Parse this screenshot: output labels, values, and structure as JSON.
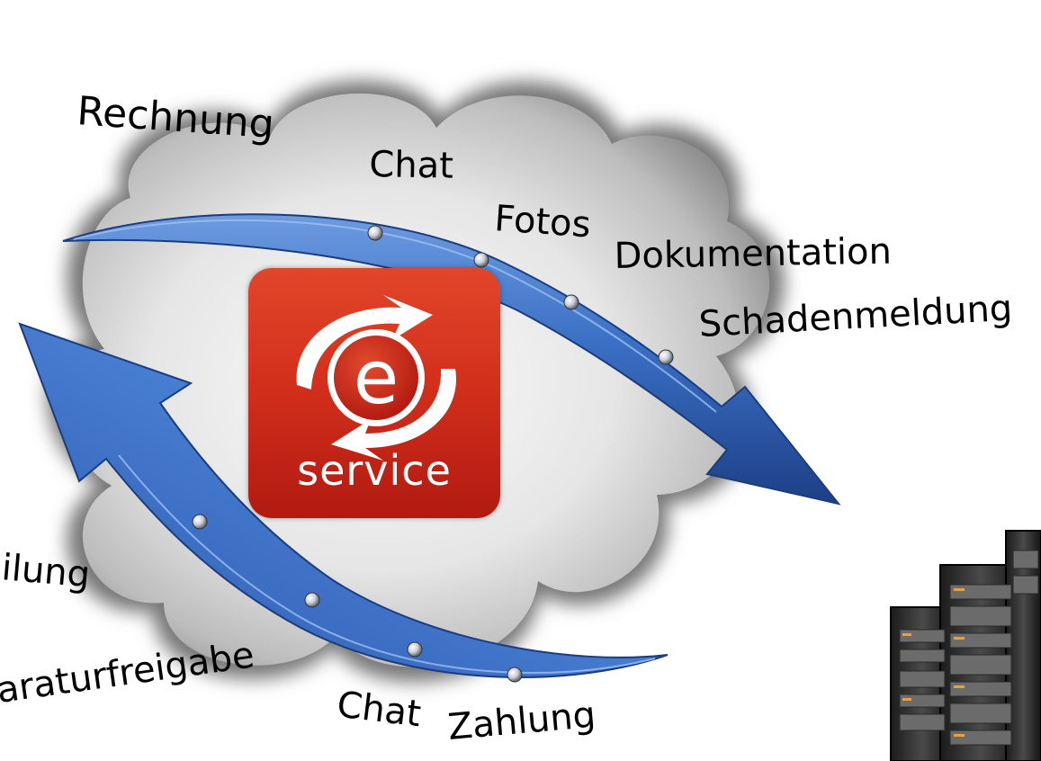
{
  "labels_top": {
    "rechnung": "Rechnung",
    "chat": "Chat",
    "fotos": "Fotos",
    "dokumentation": "Dokumentation",
    "schadenmeldung": "Schadenmeldung"
  },
  "labels_bottom": {
    "mitteilung": "ilung",
    "reparaturfreigabe": "araturfreigabe",
    "chat": "Chat",
    "zahlung": "Zahlung"
  },
  "logo": {
    "text": "service",
    "letter": "e"
  },
  "colors": {
    "arrow_blue": "#3a6fc4",
    "arrow_blue_dark": "#1d3f86",
    "logo_red": "#d3301c"
  }
}
